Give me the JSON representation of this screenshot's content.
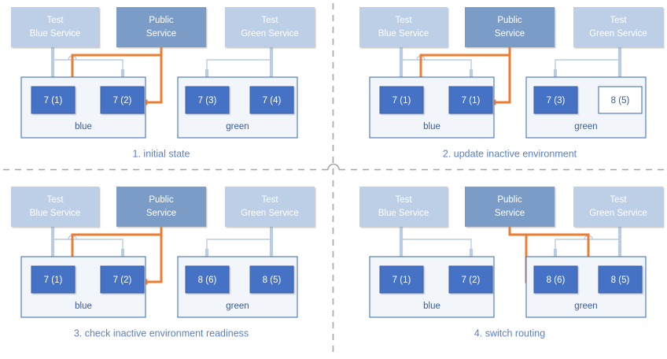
{
  "colors": {
    "service_light": "#bdcfe6",
    "service_dark": "#7a9cc6",
    "version_fill": "#4472c4",
    "version_border": "#3b61a8",
    "version_empty_fill": "#ffffff",
    "env_fill": "#f2f5fa",
    "env_border": "#4472c4",
    "arrow_blue": "#b8cce4",
    "arrow_orange": "#ed7d31",
    "caption_text": "#5b7fc7",
    "label_text_dark": "#3b5a9a",
    "divider": "#a6a6a6",
    "white": "#ffffff"
  },
  "icons": {
    "arrow_head": "arrowhead-icon",
    "line_jump": "line-jump-icon"
  },
  "services": {
    "test_blue": {
      "line1": "Test",
      "line2": "Blue Service"
    },
    "public": {
      "line1": "Public",
      "line2": "Service"
    },
    "test_green": {
      "line1": "Test",
      "line2": "Green Service"
    }
  },
  "environments": {
    "blue": "blue",
    "green": "green"
  },
  "panels": [
    {
      "id": "panel-1",
      "caption": "1. initial state",
      "blue_env": {
        "label": "blue",
        "instances": [
          "7 (1)",
          "7 (2)"
        ],
        "filled": [
          true,
          true
        ]
      },
      "green_env": {
        "label": "green",
        "instances": [
          "7 (3)",
          "7 (4)"
        ],
        "filled": [
          true,
          true
        ]
      },
      "public_target": "blue"
    },
    {
      "id": "panel-2",
      "caption": "2. update inactive environment",
      "blue_env": {
        "label": "blue",
        "instances": [
          "7 (1)",
          "7 (1)"
        ],
        "filled": [
          true,
          true
        ]
      },
      "green_env": {
        "label": "green",
        "instances": [
          "7 (3)",
          "8 (5)"
        ],
        "filled": [
          true,
          false
        ]
      },
      "public_target": "blue"
    },
    {
      "id": "panel-3",
      "caption": "3. check inactive environment readiness",
      "blue_env": {
        "label": "blue",
        "instances": [
          "7 (1)",
          "7 (2)"
        ],
        "filled": [
          true,
          true
        ]
      },
      "green_env": {
        "label": "green",
        "instances": [
          "8 (6)",
          "8 (5)"
        ],
        "filled": [
          true,
          true
        ]
      },
      "public_target": "blue"
    },
    {
      "id": "panel-4",
      "caption": "4. switch routing",
      "blue_env": {
        "label": "blue",
        "instances": [
          "7 (1)",
          "7 (2)"
        ],
        "filled": [
          true,
          true
        ]
      },
      "green_env": {
        "label": "green",
        "instances": [
          "8 (6)",
          "8 (5)"
        ],
        "filled": [
          true,
          true
        ]
      },
      "public_target": "green"
    }
  ]
}
